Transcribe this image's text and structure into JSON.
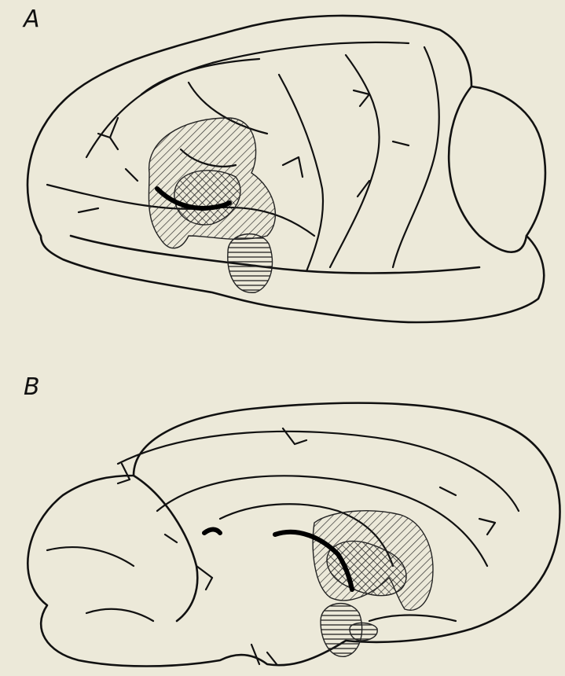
{
  "figure": {
    "panels": [
      {
        "label": "A",
        "view": "lateral"
      },
      {
        "label": "B",
        "view": "medial"
      }
    ],
    "lesion_patterns": [
      "diagonal-hatching",
      "cross-hatching",
      "horizontal-hatching"
    ],
    "colors": {
      "background": "#ece9d9",
      "ink": "#111111"
    }
  }
}
